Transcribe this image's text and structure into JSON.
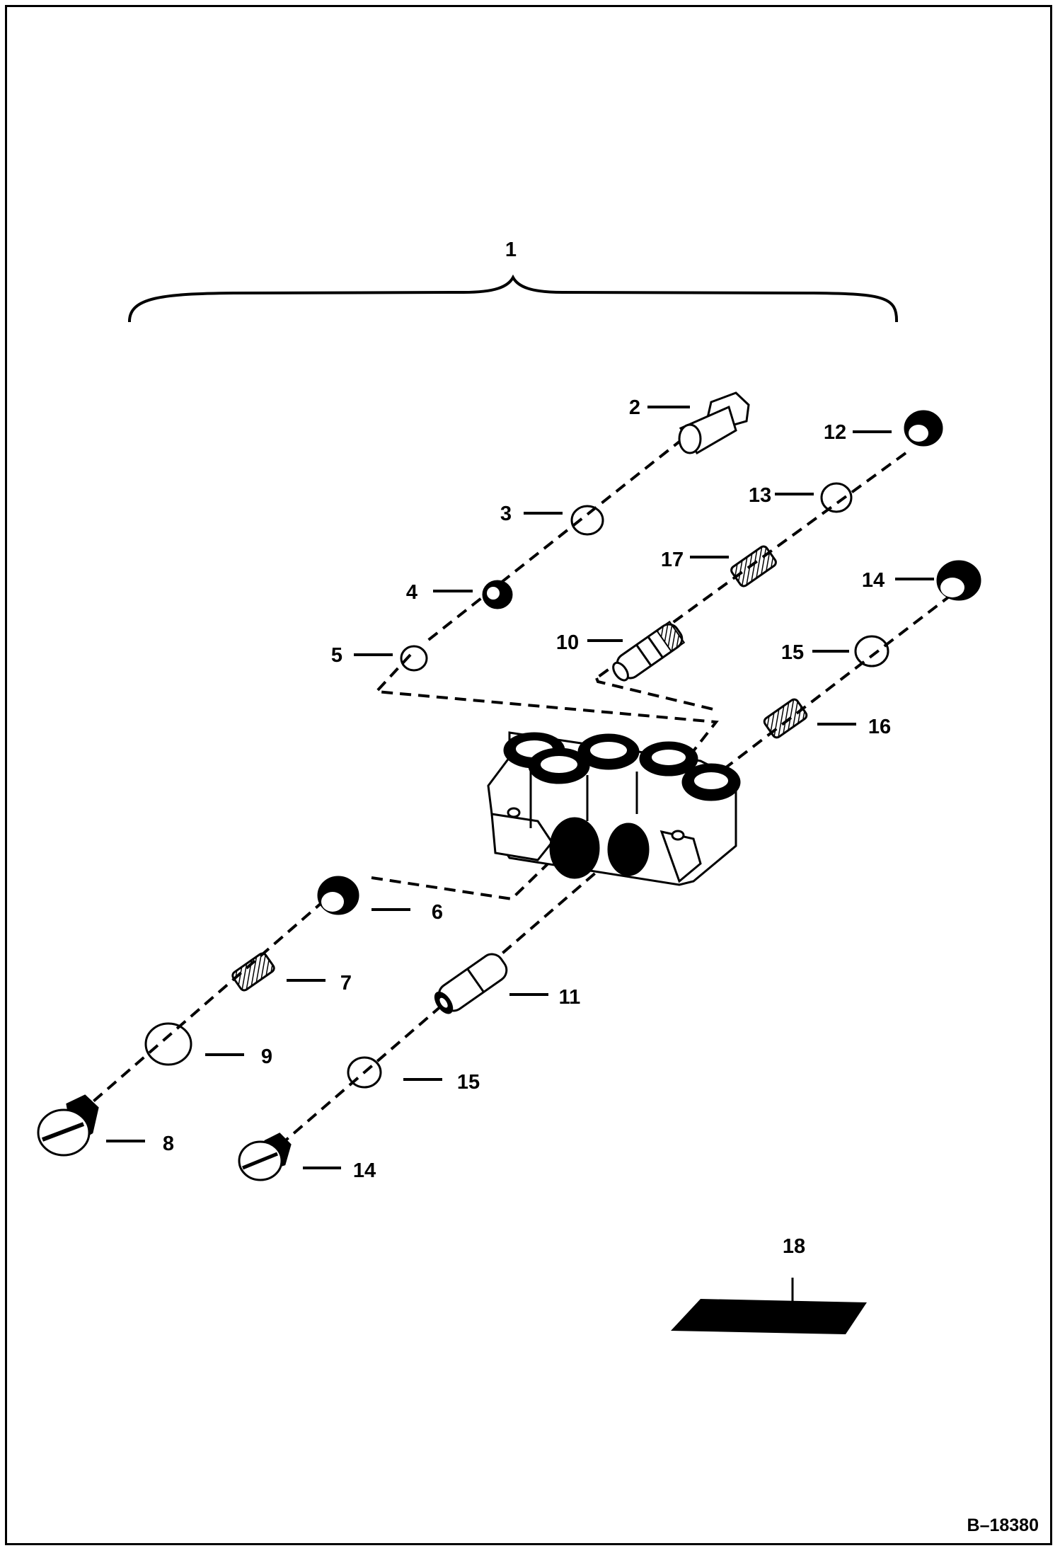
{
  "drawing_id": "B–18380",
  "callouts": {
    "c1": "1",
    "c2": "2",
    "c3": "3",
    "c4": "4",
    "c5": "5",
    "c6": "6",
    "c7": "7",
    "c8": "8",
    "c9": "9",
    "c10": "10",
    "c11": "11",
    "c12": "12",
    "c13": "13",
    "c14a": "14",
    "c14b": "14",
    "c15a": "15",
    "c15b": "15",
    "c16": "16",
    "c17": "17",
    "c18": "18"
  }
}
